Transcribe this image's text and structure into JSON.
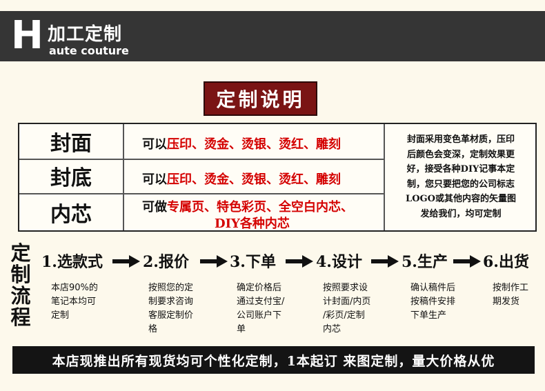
{
  "header": {
    "letter": "H",
    "title": "加工定制",
    "subtitle": "aute couture"
  },
  "page_title": "定制说明",
  "table": {
    "rows": [
      {
        "label": "封面",
        "prefix": "可以",
        "highlight": "压印、烫金、烫银、烫红、雕刻"
      },
      {
        "label": "封底",
        "prefix": "可以",
        "highlight": "压印、烫金、烫银、烫红、雕刻"
      },
      {
        "label": "内芯",
        "prefix": "可做",
        "highlight": "专属页、特色彩页、全空白内芯、",
        "highlight2": "DIY各种内芯"
      }
    ],
    "note_lines": [
      "封面采用变色革材质，压印",
      "后颜色会变深，定制效果更",
      "好，接受各种DIY记事本定",
      "制，您只要把您的公司标志",
      "LOGO或其他内容的矢量图",
      "发给我们，均可定制"
    ]
  },
  "process": {
    "side_label": [
      "定",
      "制",
      "流",
      "程"
    ],
    "steps": [
      {
        "title": "1.选款式",
        "desc": [
          "本店90%的",
          "笔记本均可",
          "定制"
        ]
      },
      {
        "title": "2.报价",
        "desc": [
          "按照您的定",
          "制要求咨询",
          "客服定制价",
          "格"
        ]
      },
      {
        "title": "3.下单",
        "desc": [
          "确定价格后",
          "通过支付宝/",
          "公司账户下",
          "单"
        ]
      },
      {
        "title": "4.设计",
        "desc": [
          "按照要求设",
          "计封面/内页",
          "/彩页/定制",
          "内芯"
        ]
      },
      {
        "title": "5.生产",
        "desc": [
          "确认稿件后",
          "按稿件安排",
          "下单生产"
        ]
      },
      {
        "title": "6.出货",
        "desc": [
          "按制作工",
          "期发货"
        ]
      }
    ]
  },
  "footer": {
    "text": "本店现推出所有现货均可个性化定制，1本起订  来图定制，量大价格从优"
  },
  "icons": {
    "step_arrow": "arrow-right-icon"
  },
  "colors": {
    "header_bg": "#353535",
    "title_bg": "#7a1414",
    "highlight": "#d40000",
    "footer_bg": "#141414"
  }
}
